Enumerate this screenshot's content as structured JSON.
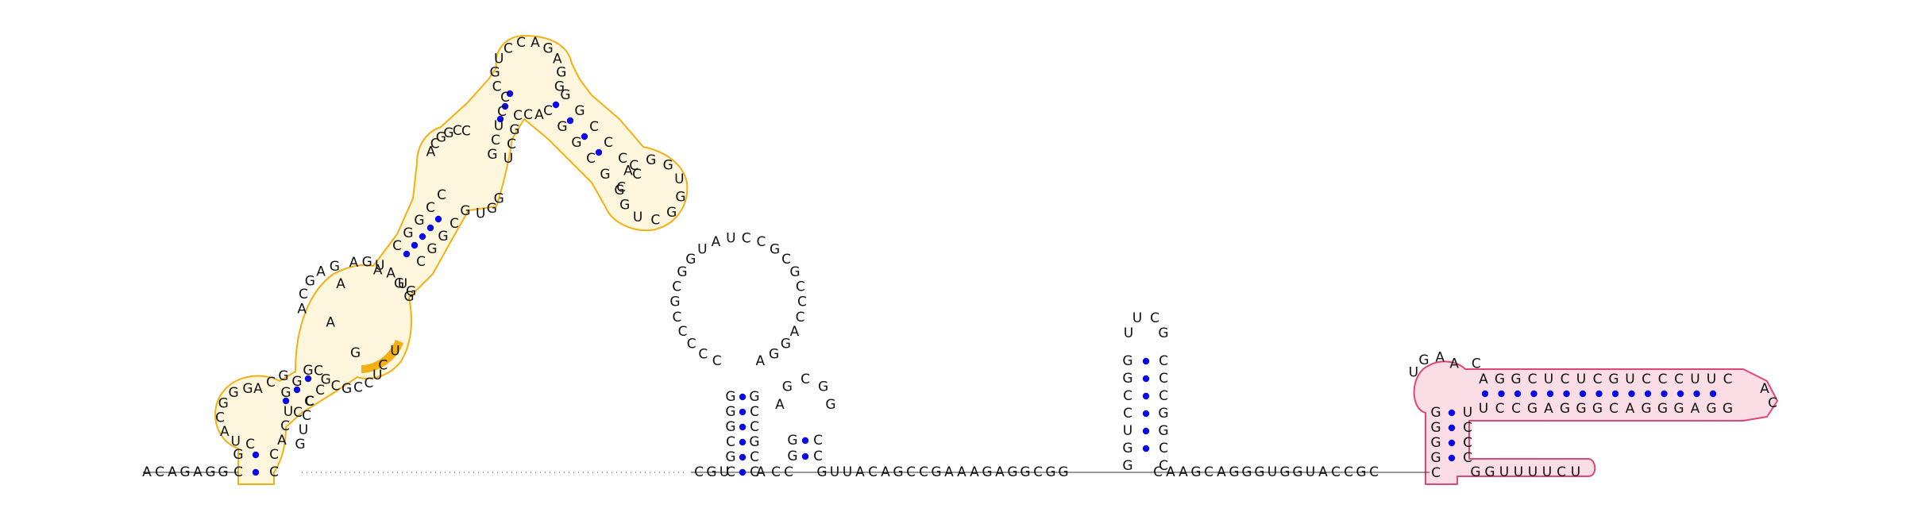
{
  "colors": {
    "pair_dot": "#0a0ae6",
    "orange_outline": "#f2b015",
    "orange_fill": "#fff6de",
    "orange_highlight": "#f2b015",
    "pink_outline": "#e0457a",
    "pink_fill": "#fbdde6",
    "text": "#111111"
  },
  "icons": [
    "base-pair-dot"
  ],
  "sequence": {
    "five_prime_tail": "ACAGAGG",
    "stem1_loop_region": "CUACGGG",
    "domain1_middle": "ACGAG",
    "hairpin_loop_top": "CGUCCAGAGG",
    "orange_side_strand": "GCUCCGGUGCGGCGUCCAGAGGGCACGUGGGCUGAACUCCGCCCUGCCACCGUCCAGG",
    "spacer_after_domain1": "CGUACCGUUACAGCCGAAAGAGGCGG",
    "big_loop": "CCCCCGCGGUAUCCGCGCCCAGGA",
    "small_hairpin_loop": "AGCGG",
    "hairpin3_loop": "UUCG",
    "linker_3": "CAAGCAGGGUGGUACCGC",
    "pink_top_strand": "AGGCUCUCGUCCCUUC",
    "pink_bottom_strand": "UCCGAGGGCAGGGAGG",
    "pink_loop": "AC",
    "three_prime_tail": "GGUUUUCU"
  }
}
